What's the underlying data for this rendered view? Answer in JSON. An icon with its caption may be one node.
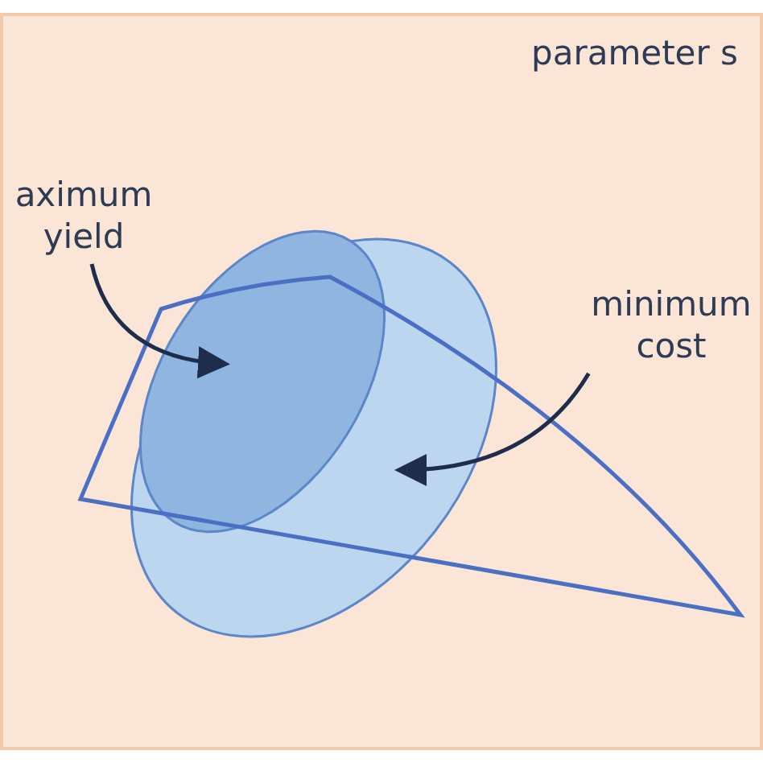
{
  "diagram": {
    "nodes": [
      {
        "text": [
          "aximum yield"
        ]
      },
      {
        "text": [
          "minimum cost"
        ]
      },
      {
        "text": [],
        "shape": "triangle"
      },
      {
        "text": [],
        "shape": "ellipse"
      },
      {
        "text": [],
        "shape": "ellipse",
        "in": 3
      }
    ],
    "edges": [
      {
        "from": 0,
        "to": 4,
        "arrow": "to"
      },
      {
        "from": 1,
        "to": 3,
        "arrow": "to"
      }
    ],
    "labels": [
      "parameter s"
    ]
  }
}
